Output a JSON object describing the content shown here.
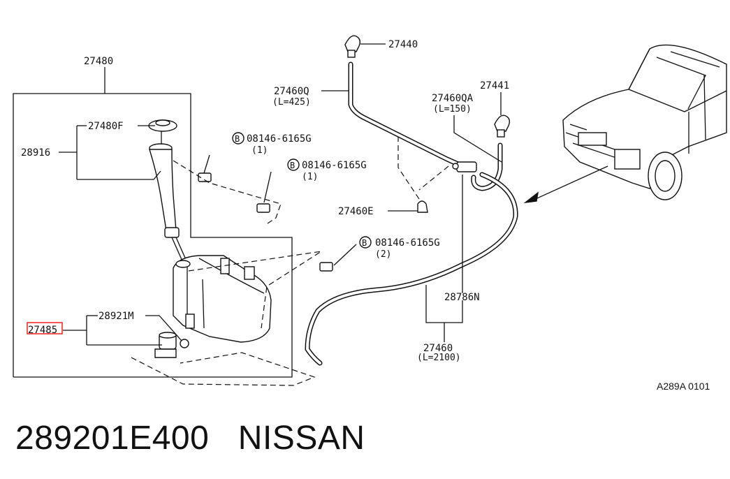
{
  "callouts": {
    "tank_assy": "27480",
    "filler_cap": "27480F",
    "filler_neck": "28916",
    "bolt_1": "08146-6165G",
    "bolt_1_qty": "(1)",
    "bolt_2": "08146-6165G",
    "bolt_2_qty": "(1)",
    "bolt_3": "08146-6165G",
    "bolt_3_qty": "(2)",
    "bolt_symbol": "B",
    "pump_seal": "28921M",
    "pump_highlighted": "27485",
    "nozzle_left": "27440",
    "nozzle_right": "27441",
    "hose_q": "27460Q",
    "hose_q_len": "(L=425)",
    "hose_qa": "27460QA",
    "hose_qa_len": "(L=150)",
    "connector": "27460E",
    "check_valve": "28786N",
    "hose_main": "27460",
    "hose_main_len": "(L=2100)"
  },
  "diagram_code": "A289A 0101",
  "part_number": "289201E400",
  "brand": "NISSAN",
  "colors": {
    "highlight": "#ff2a2a",
    "ink": "#111111"
  }
}
